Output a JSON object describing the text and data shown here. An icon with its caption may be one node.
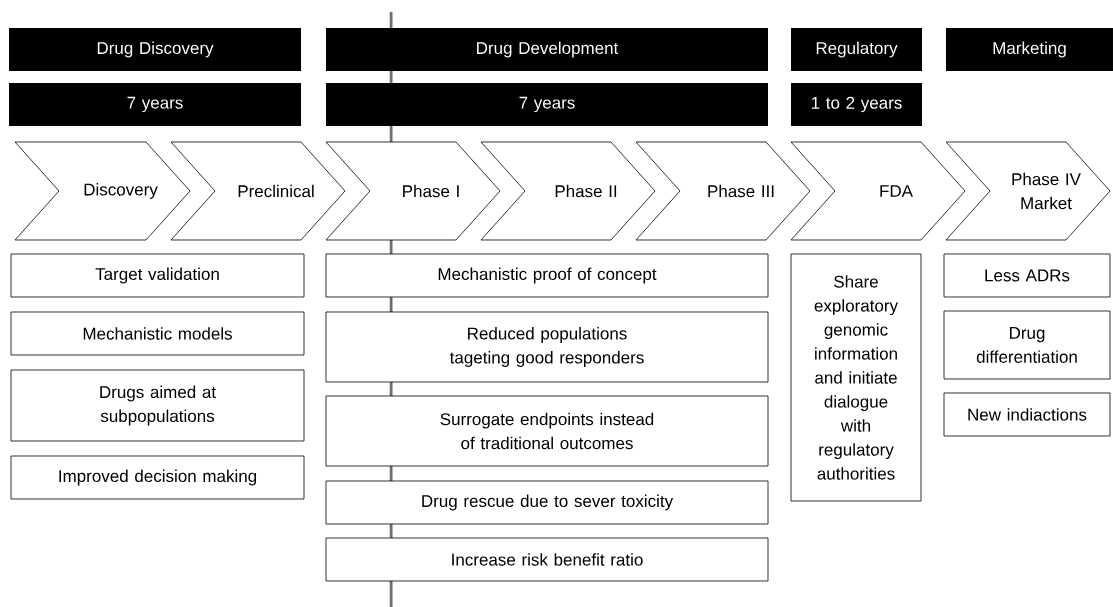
{
  "diagram": {
    "nodes": [
      {
        "text": [
          "Drug Discovery"
        ]
      },
      {
        "text": [
          "Drug Development"
        ]
      },
      {
        "text": [
          "Regulatory"
        ]
      },
      {
        "text": [
          "Marketing"
        ]
      },
      {
        "text": [
          "7 years"
        ]
      },
      {
        "text": [
          "7 years"
        ]
      },
      {
        "text": [
          "1 to 2 years"
        ]
      },
      {
        "text": [
          "Discovery"
        ]
      },
      {
        "text": [
          "Preclinical"
        ]
      },
      {
        "text": [
          "Phase I"
        ]
      },
      {
        "text": [
          "Phase II"
        ]
      },
      {
        "text": [
          "Phase III"
        ]
      },
      {
        "text": [
          "FDA"
        ]
      },
      {
        "text": [
          "Phase IV Market"
        ]
      },
      {
        "text": [
          "Target validation"
        ]
      },
      {
        "text": [
          "Mechanistic models"
        ]
      },
      {
        "text": [
          "Drugs aimed at subpopulations"
        ]
      },
      {
        "text": [
          "Improved decision making"
        ]
      },
      {
        "text": [
          "Mechanistic proof of concept"
        ]
      },
      {
        "text": [
          "Reduced populations tageting good responders"
        ]
      },
      {
        "text": [
          "Surrogate endpoints instead of traditional outcomes"
        ]
      },
      {
        "text": [
          "Drug rescue due to sever toxicity"
        ]
      },
      {
        "text": [
          "Increase risk benefit ratio"
        ]
      },
      {
        "text": [
          "Share exploratory genomic information and initiate dialogue with regulatory authorities"
        ]
      },
      {
        "text": [
          "Less ADRs"
        ]
      },
      {
        "text": [
          "Drug differentiation"
        ]
      },
      {
        "text": [
          "New indiactions"
        ]
      }
    ]
  }
}
